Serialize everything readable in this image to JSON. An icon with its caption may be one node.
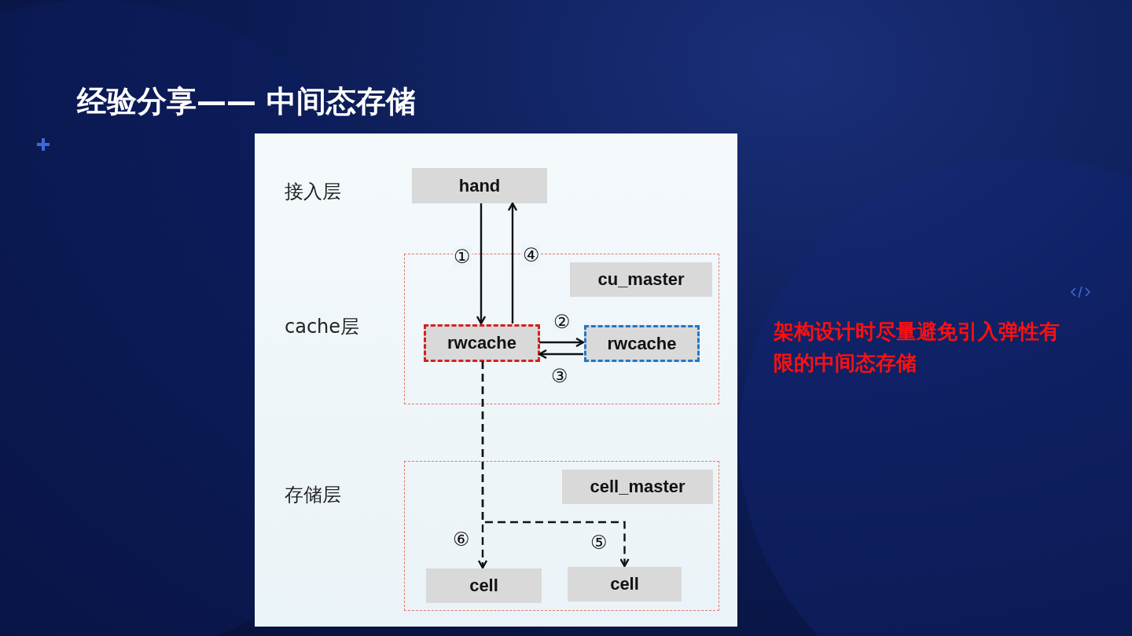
{
  "diagram": {
    "title": "经验分享—— 中间态存储",
    "nodes": [
      {
        "text": [
          "hand"
        ]
      },
      {
        "text": [],
        "shape": "box"
      },
      {
        "text": [
          "cu_master"
        ],
        "in": 1
      },
      {
        "text": [
          "rwcache"
        ],
        "in": 1
      },
      {
        "text": [
          "rwcache"
        ],
        "in": 1
      },
      {
        "text": [],
        "shape": "box"
      },
      {
        "text": [
          "cell_master"
        ],
        "in": 5
      },
      {
        "text": [
          "cell"
        ],
        "in": 5
      },
      {
        "text": [
          "cell"
        ],
        "in": 5
      }
    ],
    "edges": [
      {
        "from": 0,
        "to": 3,
        "arrow": "to",
        "label": "①"
      },
      {
        "from": 3,
        "to": 0,
        "arrow": "to",
        "label": "④"
      },
      {
        "from": 3,
        "to": 4,
        "arrow": "to",
        "label": "②"
      },
      {
        "from": 4,
        "to": 3,
        "arrow": "to",
        "label": "③"
      },
      {
        "from": 3,
        "to": 7,
        "arrow": "to",
        "label": "⑥",
        "style": "dashed"
      },
      {
        "from": 3,
        "to": 8,
        "arrow": "to",
        "label": "⑤",
        "style": "dashed"
      }
    ],
    "labels": [
      "接入层",
      "cache层",
      "存储层",
      "架构设计时尽量避免引入弹性有限的中间态存储"
    ]
  }
}
